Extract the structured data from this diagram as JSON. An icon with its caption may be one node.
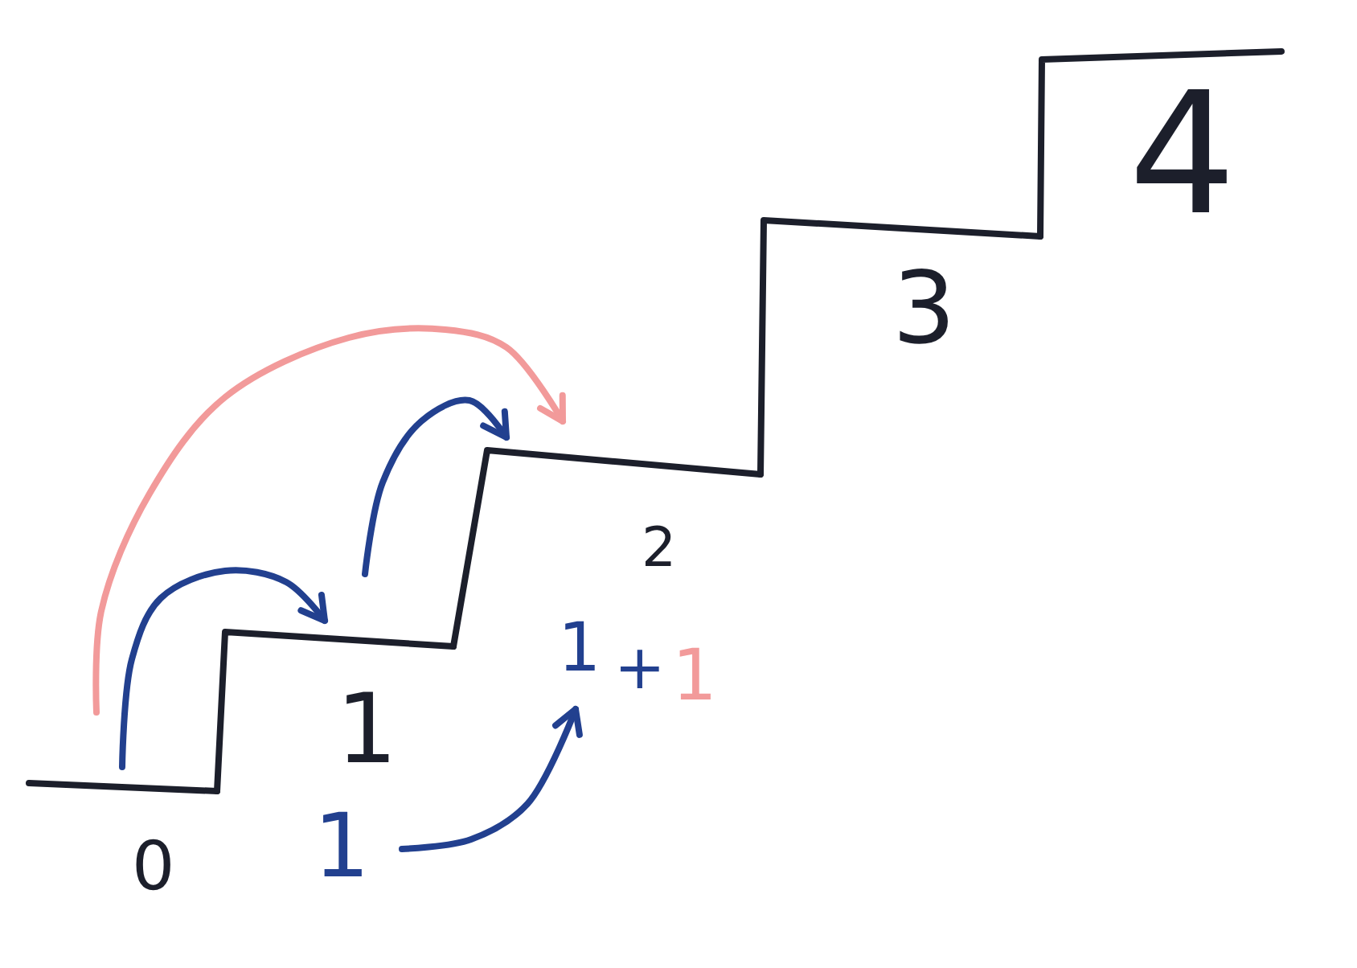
{
  "diagram": {
    "nodes": [
      {
        "text": [
          "0"
        ]
      },
      {
        "text": [
          "1"
        ]
      },
      {
        "text": [
          "2"
        ]
      },
      {
        "text": [
          "3"
        ]
      },
      {
        "text": [
          "4"
        ]
      },
      {
        "text": [
          "1"
        ]
      },
      {
        "text": [
          "1",
          "+",
          "1"
        ]
      }
    ],
    "edges": [
      {
        "from": 0,
        "to": 1,
        "arrow": "to"
      },
      {
        "from": 1,
        "to": 2,
        "arrow": "to"
      },
      {
        "from": 0,
        "to": 2,
        "arrow": "to",
        "color": "#f29a9a"
      },
      {
        "from": 5,
        "to": 6,
        "arrow": "to"
      }
    ]
  }
}
